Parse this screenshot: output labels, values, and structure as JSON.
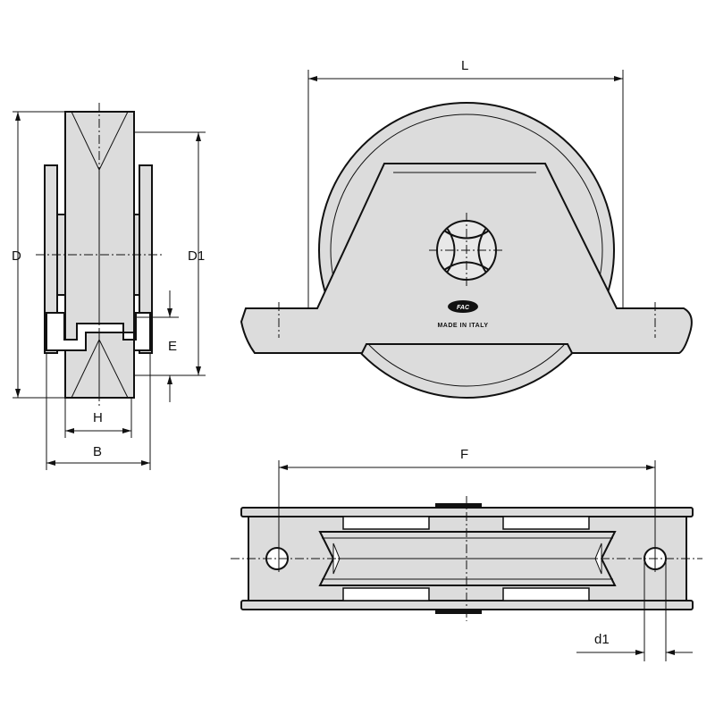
{
  "drawing": {
    "labels": {
      "L": "L",
      "D": "D",
      "D1": "D1",
      "E": "E",
      "H": "H",
      "B": "B",
      "F": "F",
      "d1": "d1"
    },
    "marking": {
      "logo": "FAC",
      "origin": "MADE IN ITALY"
    },
    "colors": {
      "fill": "#dcdcdc",
      "line": "#111111"
    }
  }
}
